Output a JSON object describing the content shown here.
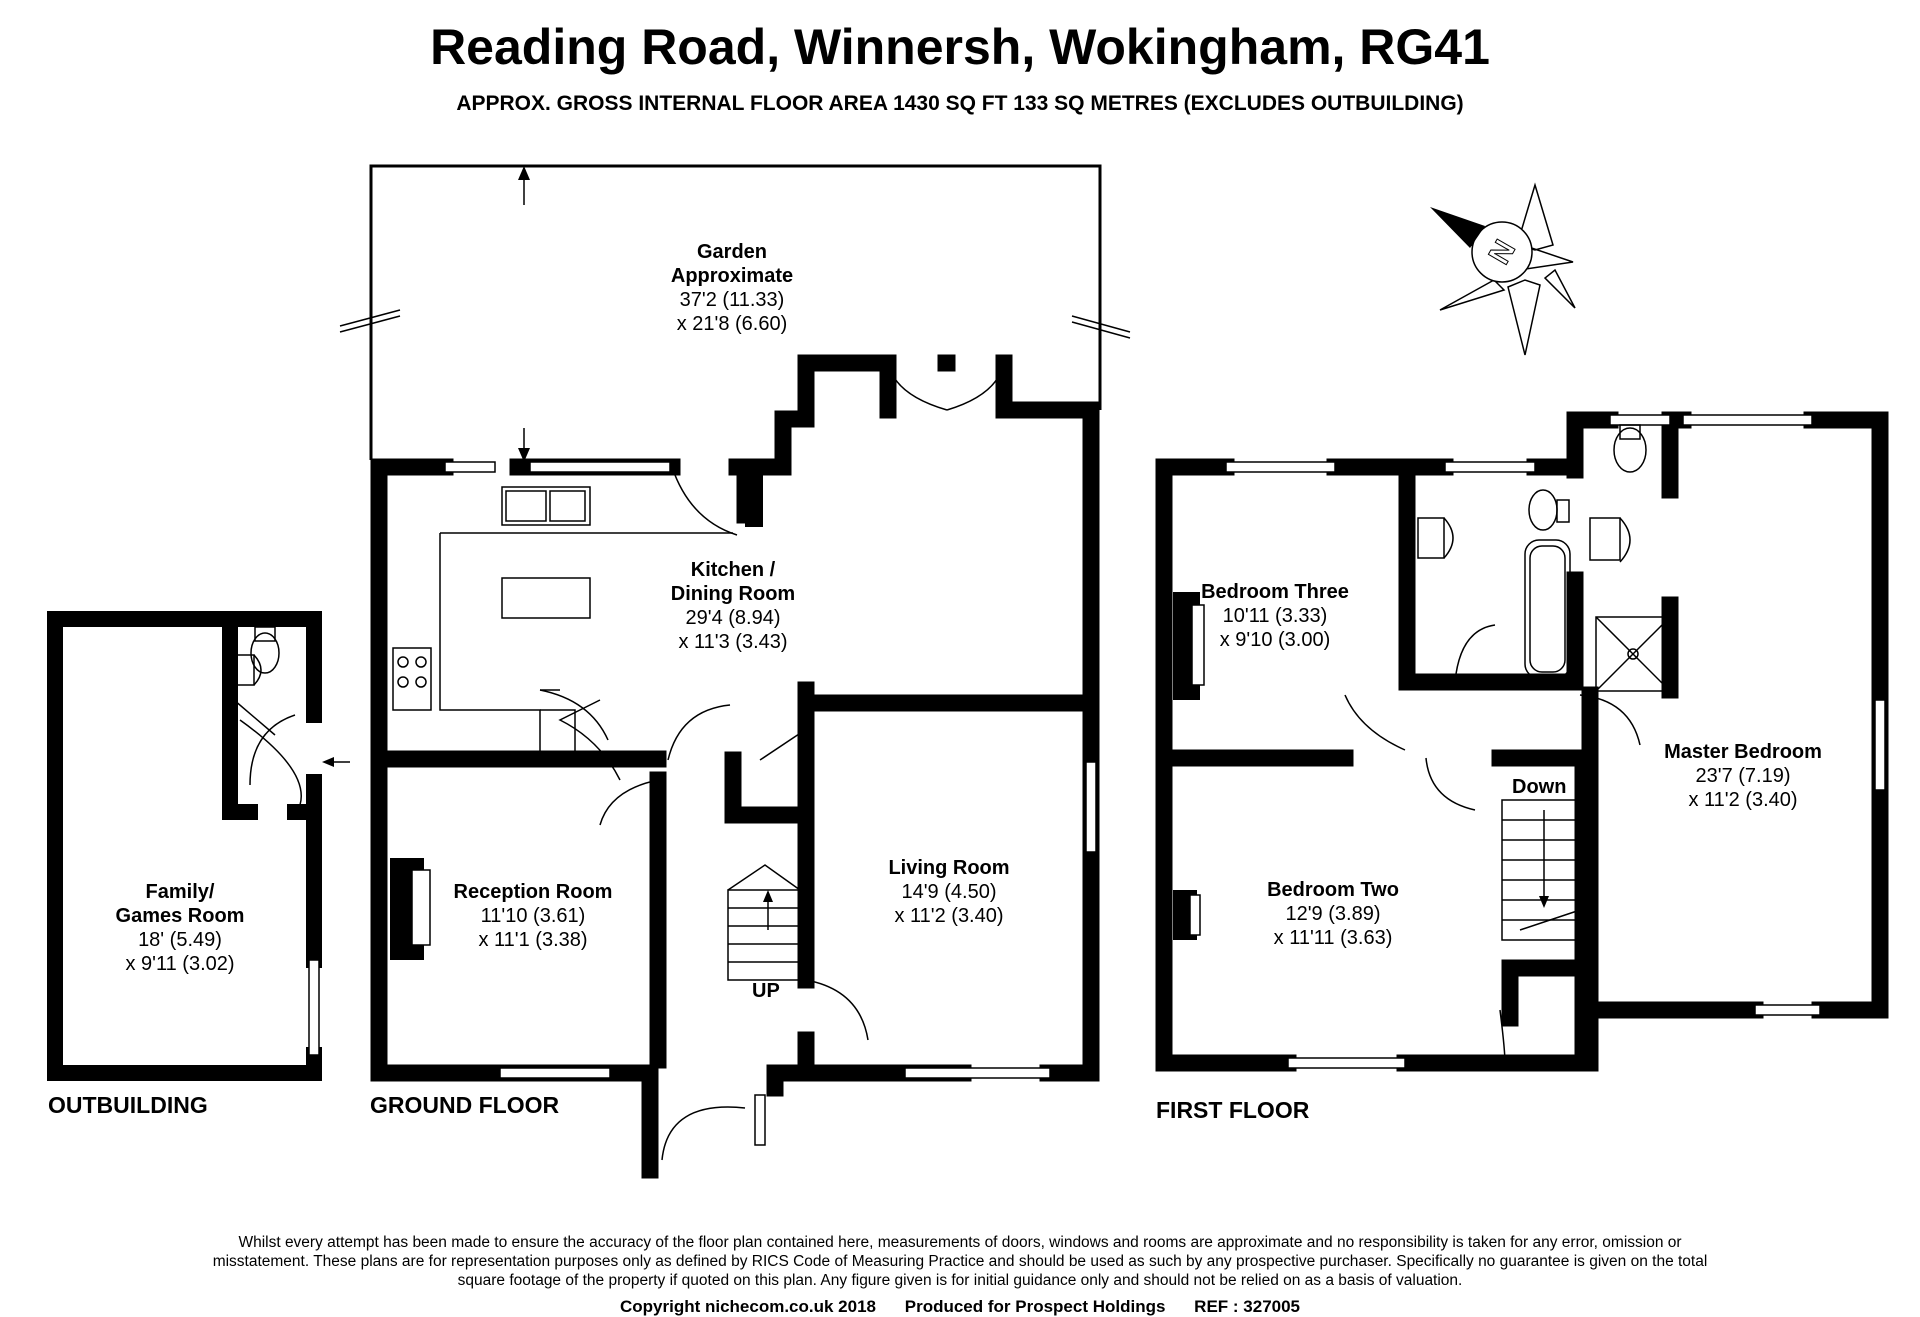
{
  "header": {
    "title": "Reading Road, Winnersh, Wokingham, RG41",
    "subtitle": "APPROX. GROSS INTERNAL FLOOR AREA 1430 SQ FT 133 SQ METRES (EXCLUDES OUTBUILDING)"
  },
  "floors": {
    "outbuilding": "OUTBUILDING",
    "ground": "GROUND FLOOR",
    "first": "FIRST FLOOR"
  },
  "rooms": {
    "garden": {
      "name_line1": "Garden",
      "name_line2": "Approximate",
      "dim1": "37'2 (11.33)",
      "dim2": "x 21'8 (6.60)"
    },
    "kitchen": {
      "name_line1": "Kitchen /",
      "name_line2": "Dining Room",
      "dim1": "29'4 (8.94)",
      "dim2": "x 11'3 (3.43)"
    },
    "family": {
      "name_line1": "Family/",
      "name_line2": "Games Room",
      "dim1": "18' (5.49)",
      "dim2": "x 9'11 (3.02)"
    },
    "reception": {
      "name": "Reception Room",
      "dim1": "11'10 (3.61)",
      "dim2": "x 11'1 (3.38)"
    },
    "living": {
      "name": "Living Room",
      "dim1": "14'9 (4.50)",
      "dim2": "x 11'2 (3.40)"
    },
    "bedroom3": {
      "name": "Bedroom Three",
      "dim1": "10'11 (3.33)",
      "dim2": "x 9'10 (3.00)"
    },
    "bedroom2": {
      "name": "Bedroom Two",
      "dim1": "12'9 (3.89)",
      "dim2": "x 11'11 (3.63)"
    },
    "master": {
      "name": "Master Bedroom",
      "dim1": "23'7 (7.19)",
      "dim2": "x 11'2 (3.40)"
    }
  },
  "labels": {
    "up": "UP",
    "down": "Down",
    "compass": "N"
  },
  "footer": {
    "disclaimer": "Whilst every attempt has been made to ensure the accuracy of the floor plan contained here, measurements of doors, windows and rooms are approximate and no responsibility is taken for any error, omission or misstatement. These plans are for representation purposes only as defined by RICS Code of Measuring Practice and should be used as such by any prospective purchaser. Specifically no guarantee is given on the total square footage of the property if quoted on this plan. Any figure given is for initial guidance only and should not be relied on as a basis of valuation.",
    "copyright": "Copyright nichecom.co.uk 2018",
    "produced_for": "Produced for Prospect Holdings",
    "ref": "REF : 327005"
  },
  "colors": {
    "wall": "#000000",
    "background": "#ffffff"
  }
}
